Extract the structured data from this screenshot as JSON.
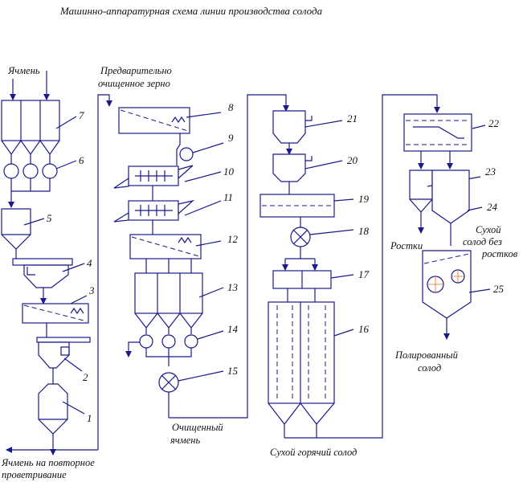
{
  "title": "Машинно-аппаратурная схема линии производства солода",
  "labels": {
    "barley_in": "Ячмень",
    "precleaned_1": "Предварительно",
    "precleaned_2": "очищенное зерно",
    "cleaned_1": "Очищенный",
    "cleaned_2": "ячмень",
    "barley_return_1": "Ячмень на повторное",
    "barley_return_2": "проветривание",
    "sprouts": "Ростки",
    "dry_malt_1": "Сухой",
    "dry_malt_2": "солод без",
    "dry_malt_3": "ростков",
    "polished_1": "Полированный",
    "polished_2": "солод",
    "hot_malt": "Сухой горячий солод"
  },
  "numbers": [
    "1",
    "2",
    "3",
    "4",
    "5",
    "6",
    "7",
    "8",
    "9",
    "10",
    "11",
    "12",
    "13",
    "14",
    "15",
    "16",
    "17",
    "18",
    "19",
    "20",
    "21",
    "22",
    "23",
    "24",
    "25"
  ]
}
